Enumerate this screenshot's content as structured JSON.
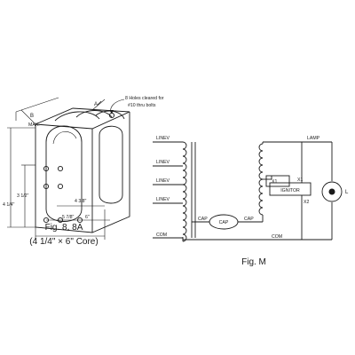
{
  "left_figure": {
    "callout_holes": "8 Holes cleared for",
    "callout_bolts": "#10 thru bolts",
    "label_b": "B",
    "label_max": "MAX.",
    "label_a": "A",
    "dim_height_outer": "4 1/4\"",
    "dim_height_inner": "3 1/2\"",
    "dim_length_inner": "4 3/8\"",
    "dim_length_outer": "5 7/8\"",
    "dim_length_core": "6\"",
    "caption_line1": "Fig. 8, 8A",
    "caption_line2": "(4 1/4\" × 6\" Core)"
  },
  "right_figure": {
    "line_labels": [
      "LINEV",
      "LINEV",
      "LINEV",
      "LINEV"
    ],
    "cap_left": "CAP",
    "cap_center": "CAP",
    "cap_right": "CAP",
    "com_left": "COM",
    "com_right": "COM",
    "lamp": "LAMP",
    "x1_left": "X1",
    "x1_right": "X1",
    "ignitor": "IGNITOR",
    "x2": "X2",
    "lamp_symbol": "L",
    "caption": "Fig. M"
  }
}
